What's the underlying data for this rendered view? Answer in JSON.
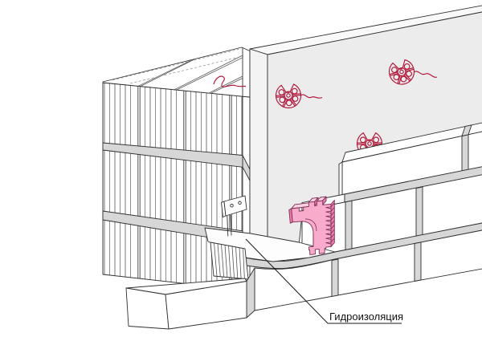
{
  "label": {
    "text": "Гидроизоляция"
  },
  "colors": {
    "line": "#2f2f2f",
    "accent_red": "#b01638",
    "bracket_pink": "#f8abca",
    "bracket_pink_light": "#fbd3e3",
    "bracket_pink_dark": "#ef7fb2",
    "bracket_outline": "#7c2c52",
    "panel_gray": "#ececec",
    "mortar_gray": "#d7d7d7",
    "text": "#111111",
    "background": "#ffffff"
  },
  "parts": {
    "block_wall": "hollow-block-wall",
    "insulation_panel": "insulation-panel",
    "anchor_count": 3,
    "brick_veneer": "brick-veneer",
    "membrane": "waterproofing-membrane",
    "holder_clip": "insulation-holder-clip",
    "wall_tie": "wall-tie-plate"
  }
}
